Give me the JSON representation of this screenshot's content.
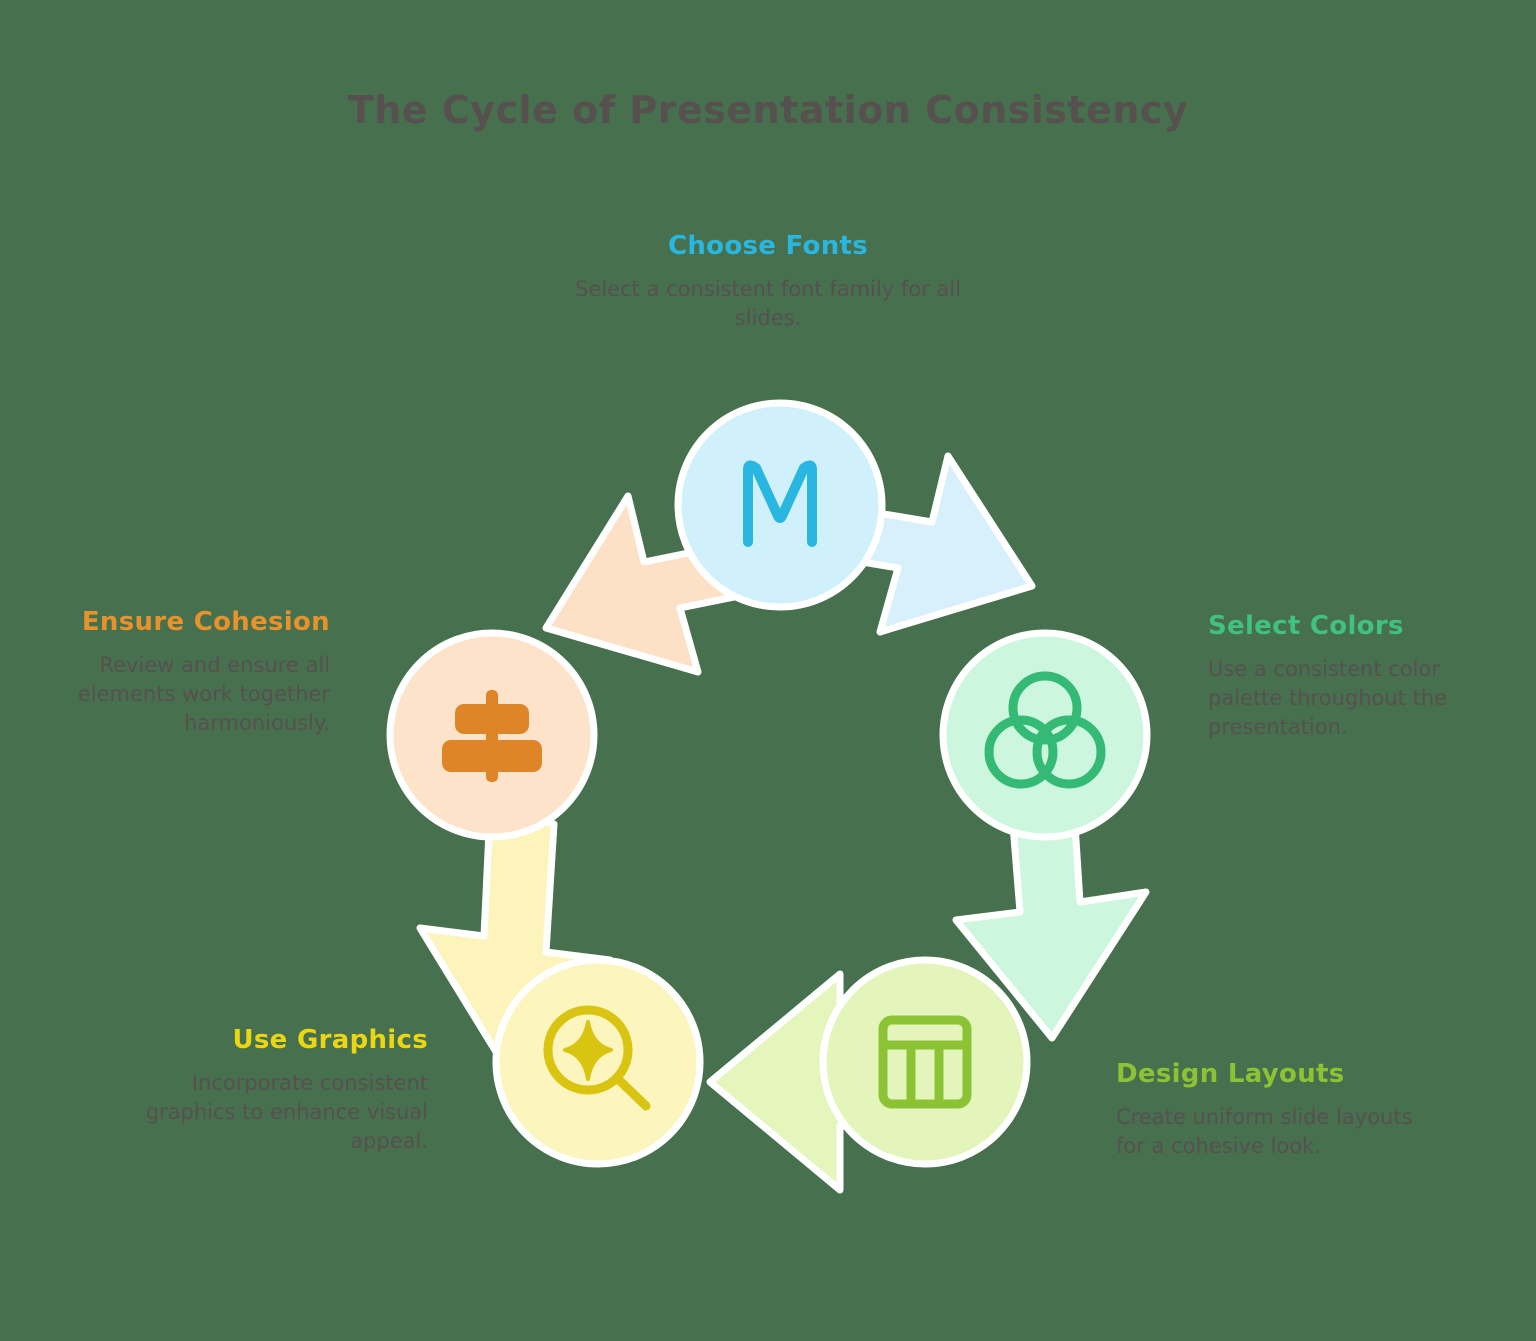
{
  "page": {
    "title": "The Cycle of Presentation Consistency",
    "background_color": "#47704e",
    "title_color": "#56514f",
    "body_text_color": "#56514f"
  },
  "chart_data": {
    "type": "diagram",
    "subtype": "cycle",
    "title": "The Cycle of Presentation Consistency",
    "direction": "clockwise",
    "node_count": 5,
    "nodes": [
      {
        "id": "choose-fonts",
        "position": "top",
        "angle_deg": 270,
        "heading": "Choose Fonts",
        "description": "Select a consistent font family for all slides.",
        "icon": "letter-m-icon",
        "icon_glyph": "M",
        "heading_color": "#29b6e0",
        "circle_fill": "#d0f1fc",
        "icon_color": "#29b6e0",
        "arrow_fill": "#d7f0fb",
        "text_align": "center"
      },
      {
        "id": "select-colors",
        "position": "right",
        "angle_deg": 342,
        "heading": "Select Colors",
        "description": "Use a consistent color palette throughout the presentation.",
        "icon": "overlapping-circles-icon",
        "heading_color": "#3fc17f",
        "circle_fill": "#ccf7de",
        "icon_color": "#35ba76",
        "arrow_fill": "#cdf6de",
        "text_align": "left"
      },
      {
        "id": "design-layouts",
        "position": "bottom-right",
        "angle_deg": 54,
        "heading": "Design Layouts",
        "description": "Create uniform slide layouts for a cohesive look.",
        "icon": "layout-grid-icon",
        "heading_color": "#8cc334",
        "circle_fill": "#e3f5ba",
        "icon_color": "#8cc334",
        "arrow_fill": "#e4f6bc",
        "text_align": "left"
      },
      {
        "id": "use-graphics",
        "position": "bottom-left",
        "angle_deg": 126,
        "heading": "Use Graphics",
        "description": "Incorporate consistent graphics to enhance visual appeal.",
        "icon": "magnifier-sparkle-icon",
        "heading_color": "#ecd613",
        "circle_fill": "#fcf5bd",
        "icon_color": "#d9c511",
        "arrow_fill": "#fcf4bb",
        "text_align": "right"
      },
      {
        "id": "ensure-cohesion",
        "position": "left",
        "angle_deg": 198,
        "heading": "Ensure Cohesion",
        "description": "Review and ensure all elements work together harmoniously.",
        "icon": "align-center-icon",
        "heading_color": "#e8922b",
        "circle_fill": "#fde3c9",
        "icon_color": "#de8527",
        "arrow_fill": "#fce1c6",
        "text_align": "right"
      }
    ],
    "arrows": [
      {
        "from": "choose-fonts",
        "to": "select-colors",
        "fill": "#d7f0fb"
      },
      {
        "from": "select-colors",
        "to": "design-layouts",
        "fill": "#cdf6de"
      },
      {
        "from": "design-layouts",
        "to": "use-graphics",
        "fill": "#e4f6bc"
      },
      {
        "from": "use-graphics",
        "to": "ensure-cohesion",
        "fill": "#fcf4bb"
      },
      {
        "from": "ensure-cohesion",
        "to": "choose-fonts",
        "fill": "#fce1c6"
      }
    ]
  }
}
